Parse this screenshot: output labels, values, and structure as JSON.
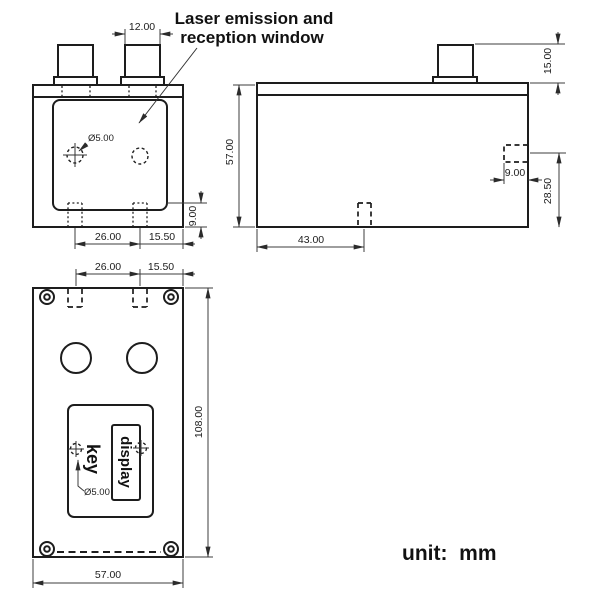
{
  "annotation": {
    "line1": "Laser emission and",
    "line2": "reception window"
  },
  "unit_note": "unit:  mm",
  "front_view": {
    "dim_knob_width": "12.00",
    "hole_diameter": "Ø5.00",
    "dim_window_to_base": "9.00",
    "dim_slot_spacing": "26.00",
    "dim_slot_to_edge": "15.50"
  },
  "side_view": {
    "dim_knob_height": "15.00",
    "dim_body_height": "57.00",
    "dim_slot_width": "9.00",
    "dim_slot_to_base": "28.50",
    "dim_slot_position": "43.00"
  },
  "top_view": {
    "dim_slot_spacing": "26.00",
    "dim_slot_to_edge": "15.50",
    "dim_body_length": "108.00",
    "dim_body_width": "57.00",
    "hole_diameter": "Ø5.00",
    "key_label": "key",
    "display_label": "display"
  },
  "colors": {
    "line": "#1d1d1d",
    "dimension": "#3c3c3c",
    "background": "#ffffff"
  }
}
